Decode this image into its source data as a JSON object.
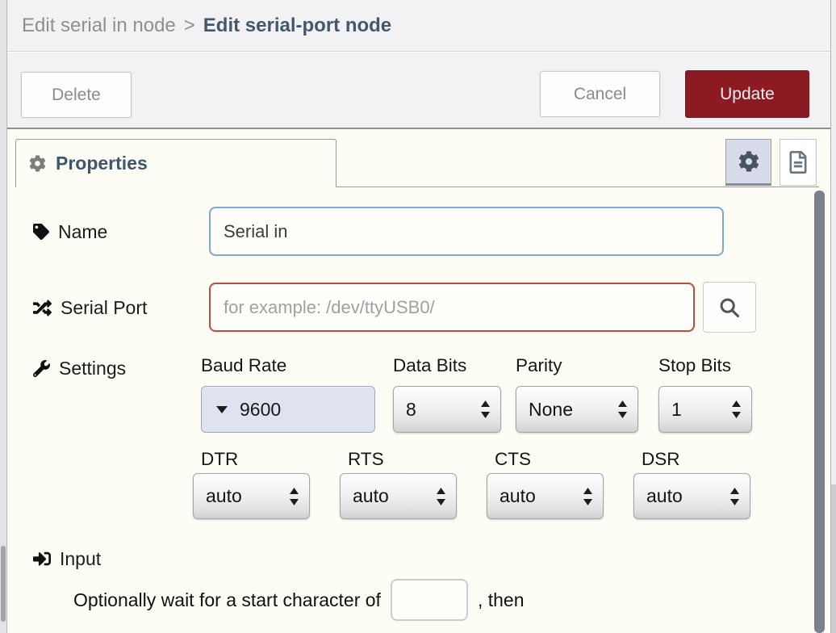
{
  "dialog": {
    "breadcrumb": {
      "parent": "Edit serial in node",
      "separator": ">",
      "current": "Edit serial-port node"
    }
  },
  "toolbar": {
    "delete_label": "Delete",
    "cancel_label": "Cancel",
    "update_label": "Update"
  },
  "tabs": {
    "properties_label": "Properties"
  },
  "form": {
    "name": {
      "label": "Name",
      "value": "Serial in"
    },
    "serial_port": {
      "label": "Serial Port",
      "placeholder": "for example: /dev/ttyUSB0/"
    },
    "settings": {
      "label": "Settings",
      "baud_rate": {
        "label": "Baud Rate",
        "value": "9600"
      },
      "data_bits": {
        "label": "Data Bits",
        "value": "8"
      },
      "parity": {
        "label": "Parity",
        "value": "None"
      },
      "stop_bits": {
        "label": "Stop Bits",
        "value": "1"
      },
      "dtr": {
        "label": "DTR",
        "value": "auto"
      },
      "rts": {
        "label": "RTS",
        "value": "auto"
      },
      "cts": {
        "label": "CTS",
        "value": "auto"
      },
      "dsr": {
        "label": "DSR",
        "value": "auto"
      }
    },
    "input_section": {
      "label": "Input",
      "text_before": "Optionally wait for a start character of",
      "start_character": "",
      "text_after": ", then"
    }
  },
  "icons": {
    "properties_tab": "gear-icon",
    "settings_button": "gear-icon",
    "docs_button": "document-icon",
    "name_field": "tag-icon",
    "serial_port_field": "shuffle-icon",
    "settings_field": "wrench-icon",
    "input_field": "sign-in-icon",
    "port_search": "search-icon"
  },
  "colors": {
    "primary_button": "#8c1a22",
    "header_bg": "#f2f2f5",
    "content_bg": "#fdfdf6",
    "name_input_border": "#7aa8d9",
    "serial_port_input_border": "#bf4a3e",
    "baud_select_bg": "#dfe3f0",
    "tab_text": "#3f566b",
    "scrollbar_thumb": "#7b818a"
  }
}
